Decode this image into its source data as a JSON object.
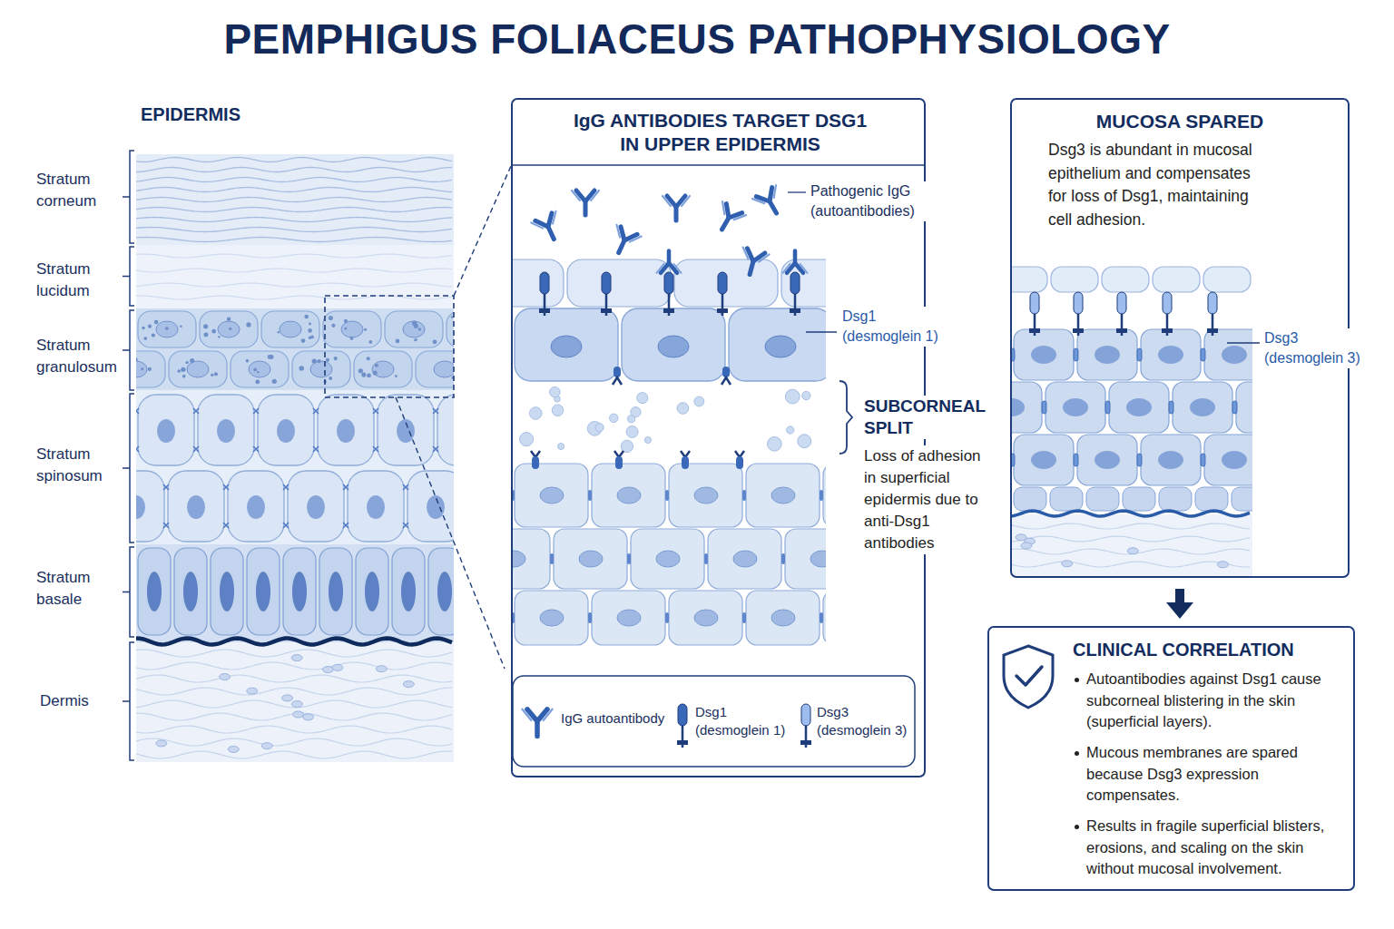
{
  "diagram": {
    "title": "PEMPHIGUS FOLIACEUS PATHOPHYSIOLOGY",
    "nodes": [
      {
        "text": [
          "IgG ANTIBODIES TARGET DSG1 IN UPPER EPIDERMIS"
        ]
      },
      {
        "text": [
          "MUCOSA SPARED",
          "Dsg3 is abundant in mucosal epithelium and compensates for loss of Dsg1, maintaining cell adhesion."
        ]
      },
      {
        "text": [
          "CLINICAL CORRELATION",
          "Autoantibodies against Dsg1 cause subcorneal blistering in the skin (superficial layers).",
          "Mucous membranes are spared because Dsg3 expression compensates.",
          "Results in fragile superficial blisters, erosions, and scaling on the skin without mucosal involvement."
        ]
      }
    ],
    "edges": [
      {
        "from": 1,
        "to": 2,
        "arrow": "to"
      }
    ],
    "labels": [
      "EPIDERMIS",
      "Stratum corneum",
      "Stratum lucidum",
      "Stratum granulosum",
      "Stratum spinosum",
      "Stratum basale",
      "Dermis",
      "Pathogenic IgG (autoantibodies)",
      "Dsg1 (desmoglein 1)",
      "SUBCORNEAL SPLIT",
      "Loss of adhesion in superficial epidermis due to anti-Dsg1 antibodies",
      "Dsg3 (desmoglein 3)"
    ],
    "legend": [
      {
        "text": "IgG autoantibody"
      },
      {
        "text": "Dsg1 (desmoglein 1)"
      },
      {
        "text": "Dsg3 (desmoglein 3)"
      }
    ]
  }
}
